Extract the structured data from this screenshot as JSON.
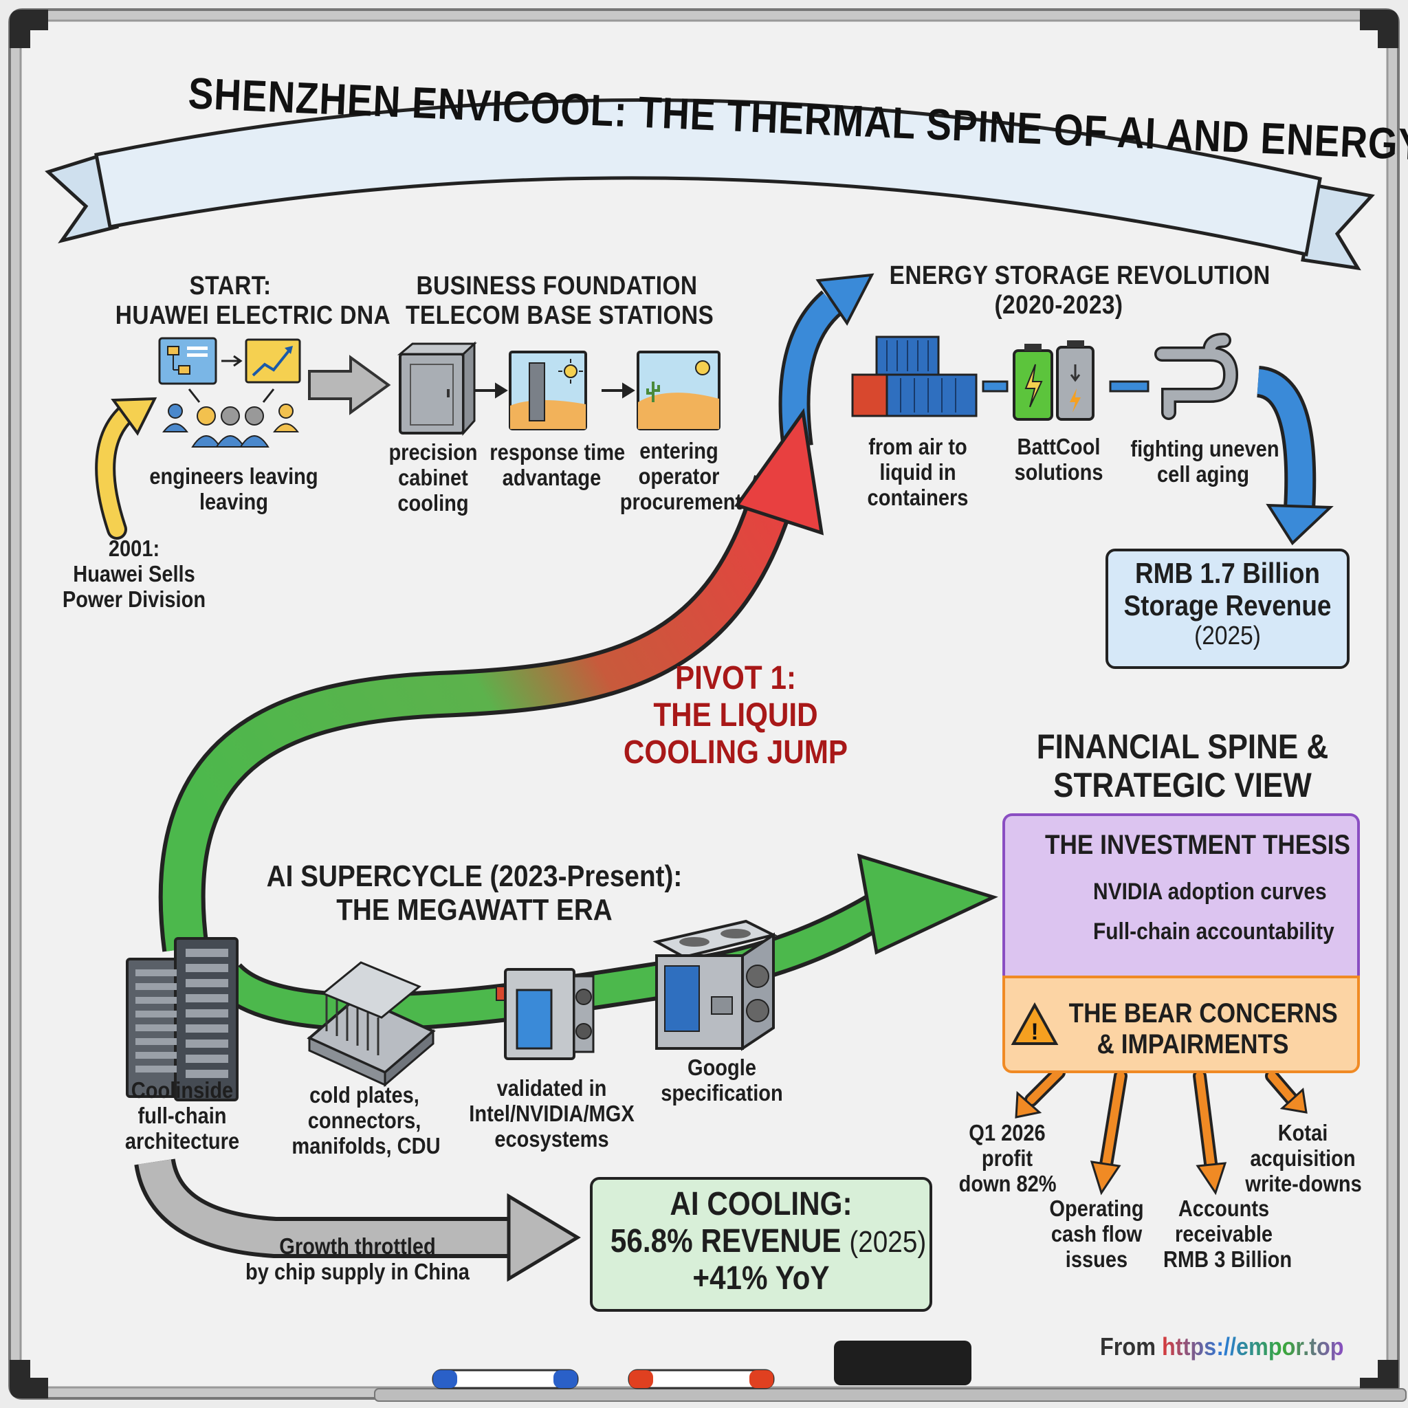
{
  "title": "SHENZHEN ENVICOOL: THE THERMAL SPINE OF AI AND ENERGY STORAGE",
  "start": {
    "heading": [
      "START:",
      "HUAWEI ELECTRIC DNA"
    ],
    "engineers_label": [
      "engineers leaving",
      "leaving"
    ],
    "origin_label": [
      "2001:",
      "Huawei Sells",
      "Power Division"
    ]
  },
  "business_foundation": {
    "heading": [
      "BUSINESS FOUNDATION",
      "TELECOM BASE STATIONS"
    ],
    "items": [
      {
        "label": [
          "precision",
          "cabinet",
          "cooling"
        ],
        "icon": "cabinet-icon"
      },
      {
        "label": [
          "response time",
          "advantage"
        ],
        "icon": "desert-tower-icon"
      },
      {
        "label": [
          "entering",
          "operator",
          "procurement"
        ],
        "icon": "desert-cactus-icon"
      }
    ]
  },
  "energy_storage": {
    "heading": [
      "ENERGY STORAGE REVOLUTION",
      "(2020-2023)"
    ],
    "items": [
      {
        "label": [
          "from air to",
          "liquid in",
          "containers"
        ],
        "icon": "containers-icon"
      },
      {
        "label": [
          "BattCool",
          "solutions"
        ],
        "icon": "battery-icon"
      },
      {
        "label": [
          "fighting uneven",
          "cell aging"
        ],
        "icon": "pipes-icon"
      }
    ],
    "result": {
      "line1": "RMB 1.7 Billion",
      "line2": "Storage Revenue",
      "line3": "(2025)"
    }
  },
  "pivot": {
    "lines": [
      "PIVOT 1:",
      "THE LIQUID",
      "COOLING JUMP"
    ]
  },
  "ai_supercycle": {
    "heading": [
      "AI SUPERCYCLE (2023-Present):",
      "THE MEGAWATT ERA"
    ],
    "items": [
      {
        "label": [
          "Coolinside",
          "full-chain",
          "architecture"
        ],
        "icon": "server-rack-icon"
      },
      {
        "label": [
          "cold plates,",
          "connectors,",
          "manifolds, CDU"
        ],
        "icon": "cold-plate-icon"
      },
      {
        "label": [
          "validated in",
          "Intel/NVIDIA/MGX",
          "ecosystems"
        ],
        "icon": "liquid-cooling-module-icon"
      },
      {
        "label": [
          "Google",
          "specification"
        ],
        "icon": "cooling-unit-icon"
      }
    ],
    "throttle_label": [
      "Growth throttled",
      "by chip supply in China"
    ],
    "result": {
      "line1": "AI COOLING:",
      "line2": "56.8% REVENUE",
      "line2b": "(2025)",
      "line3": "+41% YoY"
    }
  },
  "financial": {
    "heading": [
      "FINANCIAL SPINE &",
      "STRATEGIC VIEW"
    ],
    "thesis_title": "THE INVESTMENT THESIS",
    "thesis_items": [
      "NVIDIA adoption curves",
      "Full-chain accountability"
    ],
    "bear_title": [
      "THE BEAR CONCERNS",
      "& IMPAIRMENTS"
    ],
    "bear_items": [
      [
        "Q1 2026",
        "profit",
        "down 82%"
      ],
      [
        "Operating",
        "cash flow",
        "issues"
      ],
      [
        "Accounts",
        "receivable",
        "RMB 3 Billion"
      ],
      [
        "Kotai",
        "acquisition",
        "write-downs"
      ]
    ]
  },
  "footer": {
    "prefix": "From ",
    "url": "https://empor.top"
  },
  "colors": {
    "green_arrow": "#4cb84c",
    "red_arrow": "#e84040",
    "blue_arrow": "#3a8ad8",
    "yellow_arrow": "#f5d050",
    "gray_arrow": "#b0b0b0",
    "thesis_bg": "#dcc4f0",
    "bear_bg": "#fcd4a4",
    "storage_box": "#d6e8f8",
    "ai_box": "#d8efd8",
    "pivot_text": "#a81818"
  }
}
